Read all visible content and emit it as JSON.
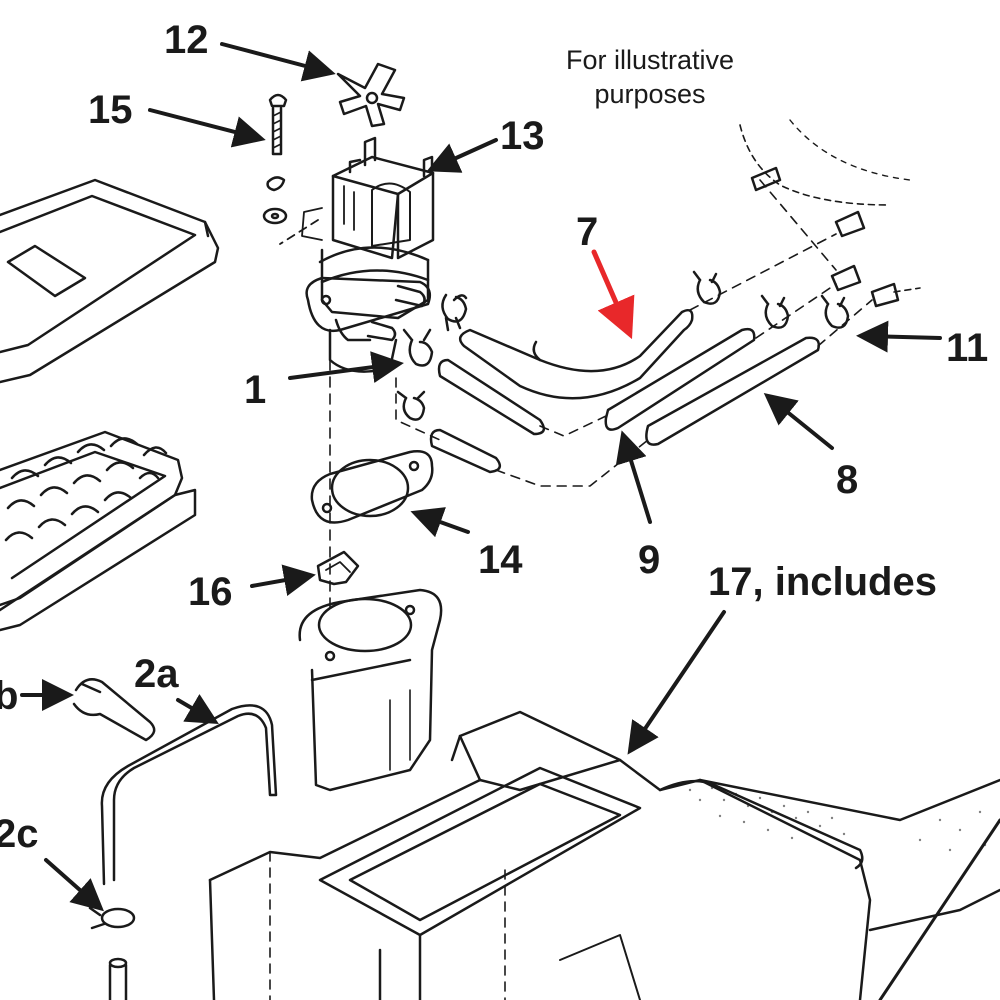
{
  "note": {
    "line1": "For illustrative",
    "line2": "purposes"
  },
  "callouts": {
    "c12": "12",
    "c15": "15",
    "c13": "13",
    "c7": "7",
    "c11": "11",
    "c1": "1",
    "c8": "8",
    "c14": "14",
    "c9": "9",
    "c16": "16",
    "c17": "17, includes",
    "c2a": "2a",
    "c2b": "b",
    "c2c": "2c"
  },
  "colors": {
    "line": "#1a1a1a",
    "highlight_arrow": "#e8282a",
    "background": "#ffffff"
  }
}
